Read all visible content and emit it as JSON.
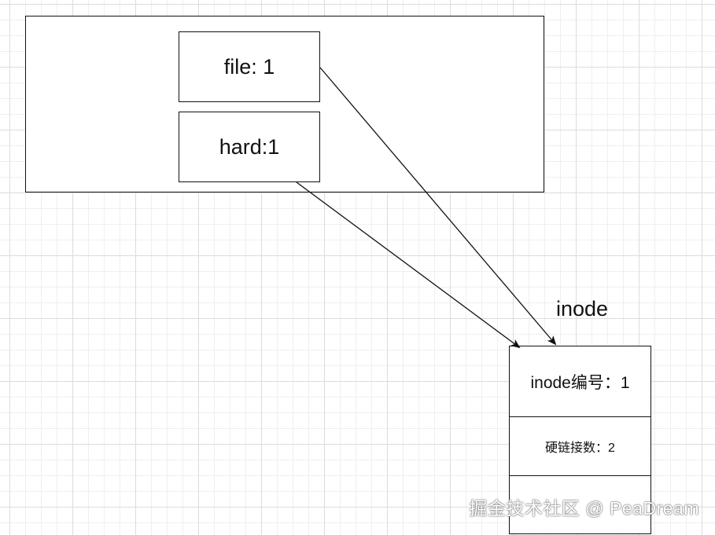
{
  "directory": {
    "entries": [
      {
        "label": "file: 1"
      },
      {
        "label": "hard:1"
      }
    ]
  },
  "inode": {
    "title": "inode",
    "rows": [
      {
        "label": "inode编号：1"
      },
      {
        "label": "硬链接数：2"
      },
      {
        "label": ""
      }
    ]
  },
  "watermark": "掘金技术社区 @ PeaDream",
  "colors": {
    "line": "#111111",
    "grid": "#dcdcdc"
  }
}
